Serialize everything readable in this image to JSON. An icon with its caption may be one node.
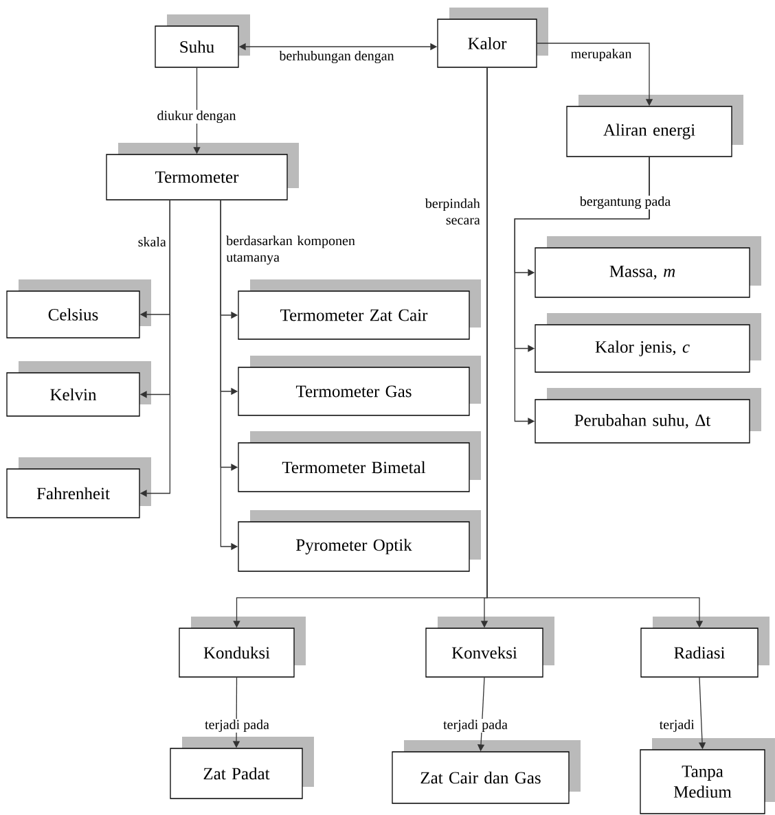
{
  "diagram": {
    "nodes": [
      {
        "text": [
          "Suhu"
        ]
      },
      {
        "text": [
          "Kalor"
        ]
      },
      {
        "text": [
          "Aliran energi"
        ]
      },
      {
        "text": [
          "Termometer"
        ]
      },
      {
        "text": [
          "Celsius"
        ]
      },
      {
        "text": [
          "Kelvin"
        ]
      },
      {
        "text": [
          "Fahrenheit"
        ]
      },
      {
        "text": [
          "Termometer Zat Cair"
        ]
      },
      {
        "text": [
          "Termometer Gas"
        ]
      },
      {
        "text": [
          "Termometer Bimetal"
        ]
      },
      {
        "text": [
          "Pyrometer Optik"
        ]
      },
      {
        "text": [
          "Massa, *m*"
        ]
      },
      {
        "text": [
          "Kalor jenis, *c*"
        ]
      },
      {
        "text": [
          "Perubahan suhu, Δt"
        ]
      },
      {
        "text": [
          "Konduksi"
        ]
      },
      {
        "text": [
          "Konveksi"
        ]
      },
      {
        "text": [
          "Radiasi"
        ]
      },
      {
        "text": [
          "Zat Padat"
        ]
      },
      {
        "text": [
          "Zat Cair dan Gas"
        ]
      },
      {
        "text": [
          "Tanpa Medium"
        ]
      }
    ],
    "edges": [
      {
        "from": 0,
        "to": 1,
        "arrow": "both",
        "label": "berhubungan dengan"
      },
      {
        "from": 0,
        "to": 3,
        "arrow": "to",
        "label": "diukur dengan"
      },
      {
        "from": 1,
        "to": 2,
        "arrow": "to",
        "label": "merupakan"
      },
      {
        "from": 2,
        "to": 11,
        "arrow": "to",
        "label": "bergantung pada"
      },
      {
        "from": 2,
        "to": 12,
        "arrow": "to"
      },
      {
        "from": 2,
        "to": 13,
        "arrow": "to"
      },
      {
        "from": 3,
        "to": 4,
        "arrow": "to",
        "label": "skala"
      },
      {
        "from": 3,
        "to": 5,
        "arrow": "to"
      },
      {
        "from": 3,
        "to": 6,
        "arrow": "to"
      },
      {
        "from": 3,
        "to": 7,
        "arrow": "to",
        "label": "berdasarkan komponen utamanya"
      },
      {
        "from": 3,
        "to": 8,
        "arrow": "to"
      },
      {
        "from": 3,
        "to": 9,
        "arrow": "to"
      },
      {
        "from": 3,
        "to": 10,
        "arrow": "to"
      },
      {
        "from": 1,
        "to": 14,
        "arrow": "to",
        "label": "berpindah secara"
      },
      {
        "from": 1,
        "to": 15,
        "arrow": "to"
      },
      {
        "from": 1,
        "to": 16,
        "arrow": "to"
      },
      {
        "from": 14,
        "to": 17,
        "arrow": "to",
        "label": "terjadi pada"
      },
      {
        "from": 15,
        "to": 18,
        "arrow": "to",
        "label": "terjadi pada"
      },
      {
        "from": 16,
        "to": 19,
        "arrow": "to",
        "label": "terjadi"
      }
    ]
  }
}
